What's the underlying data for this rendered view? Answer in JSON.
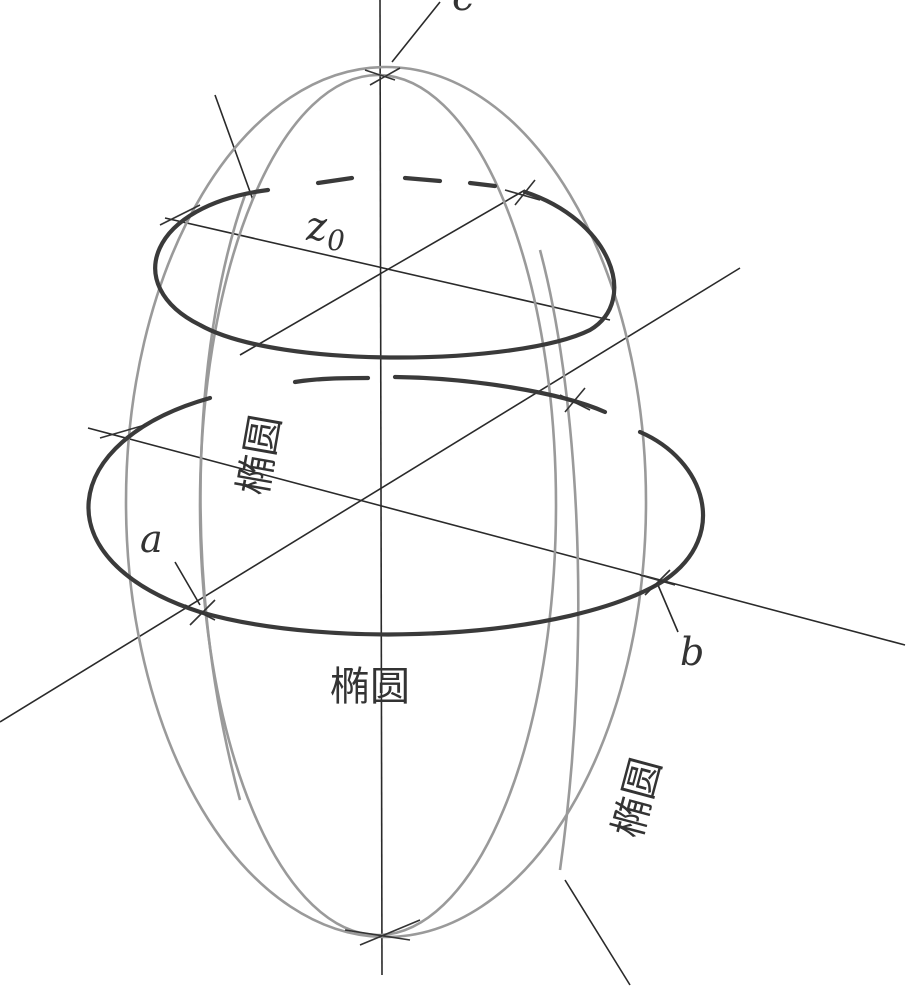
{
  "labels": {
    "c": "c",
    "z0": "z",
    "z0_sub": "0",
    "a": "a",
    "b": "b",
    "ellipse_left": "椭圆",
    "ellipse_bottom": "椭圆",
    "ellipse_right": "椭圆"
  },
  "colors": {
    "ink": "#2a2a2a",
    "ellipsoid_outline": "#9a9a9a",
    "section": "#3a3a3a"
  }
}
